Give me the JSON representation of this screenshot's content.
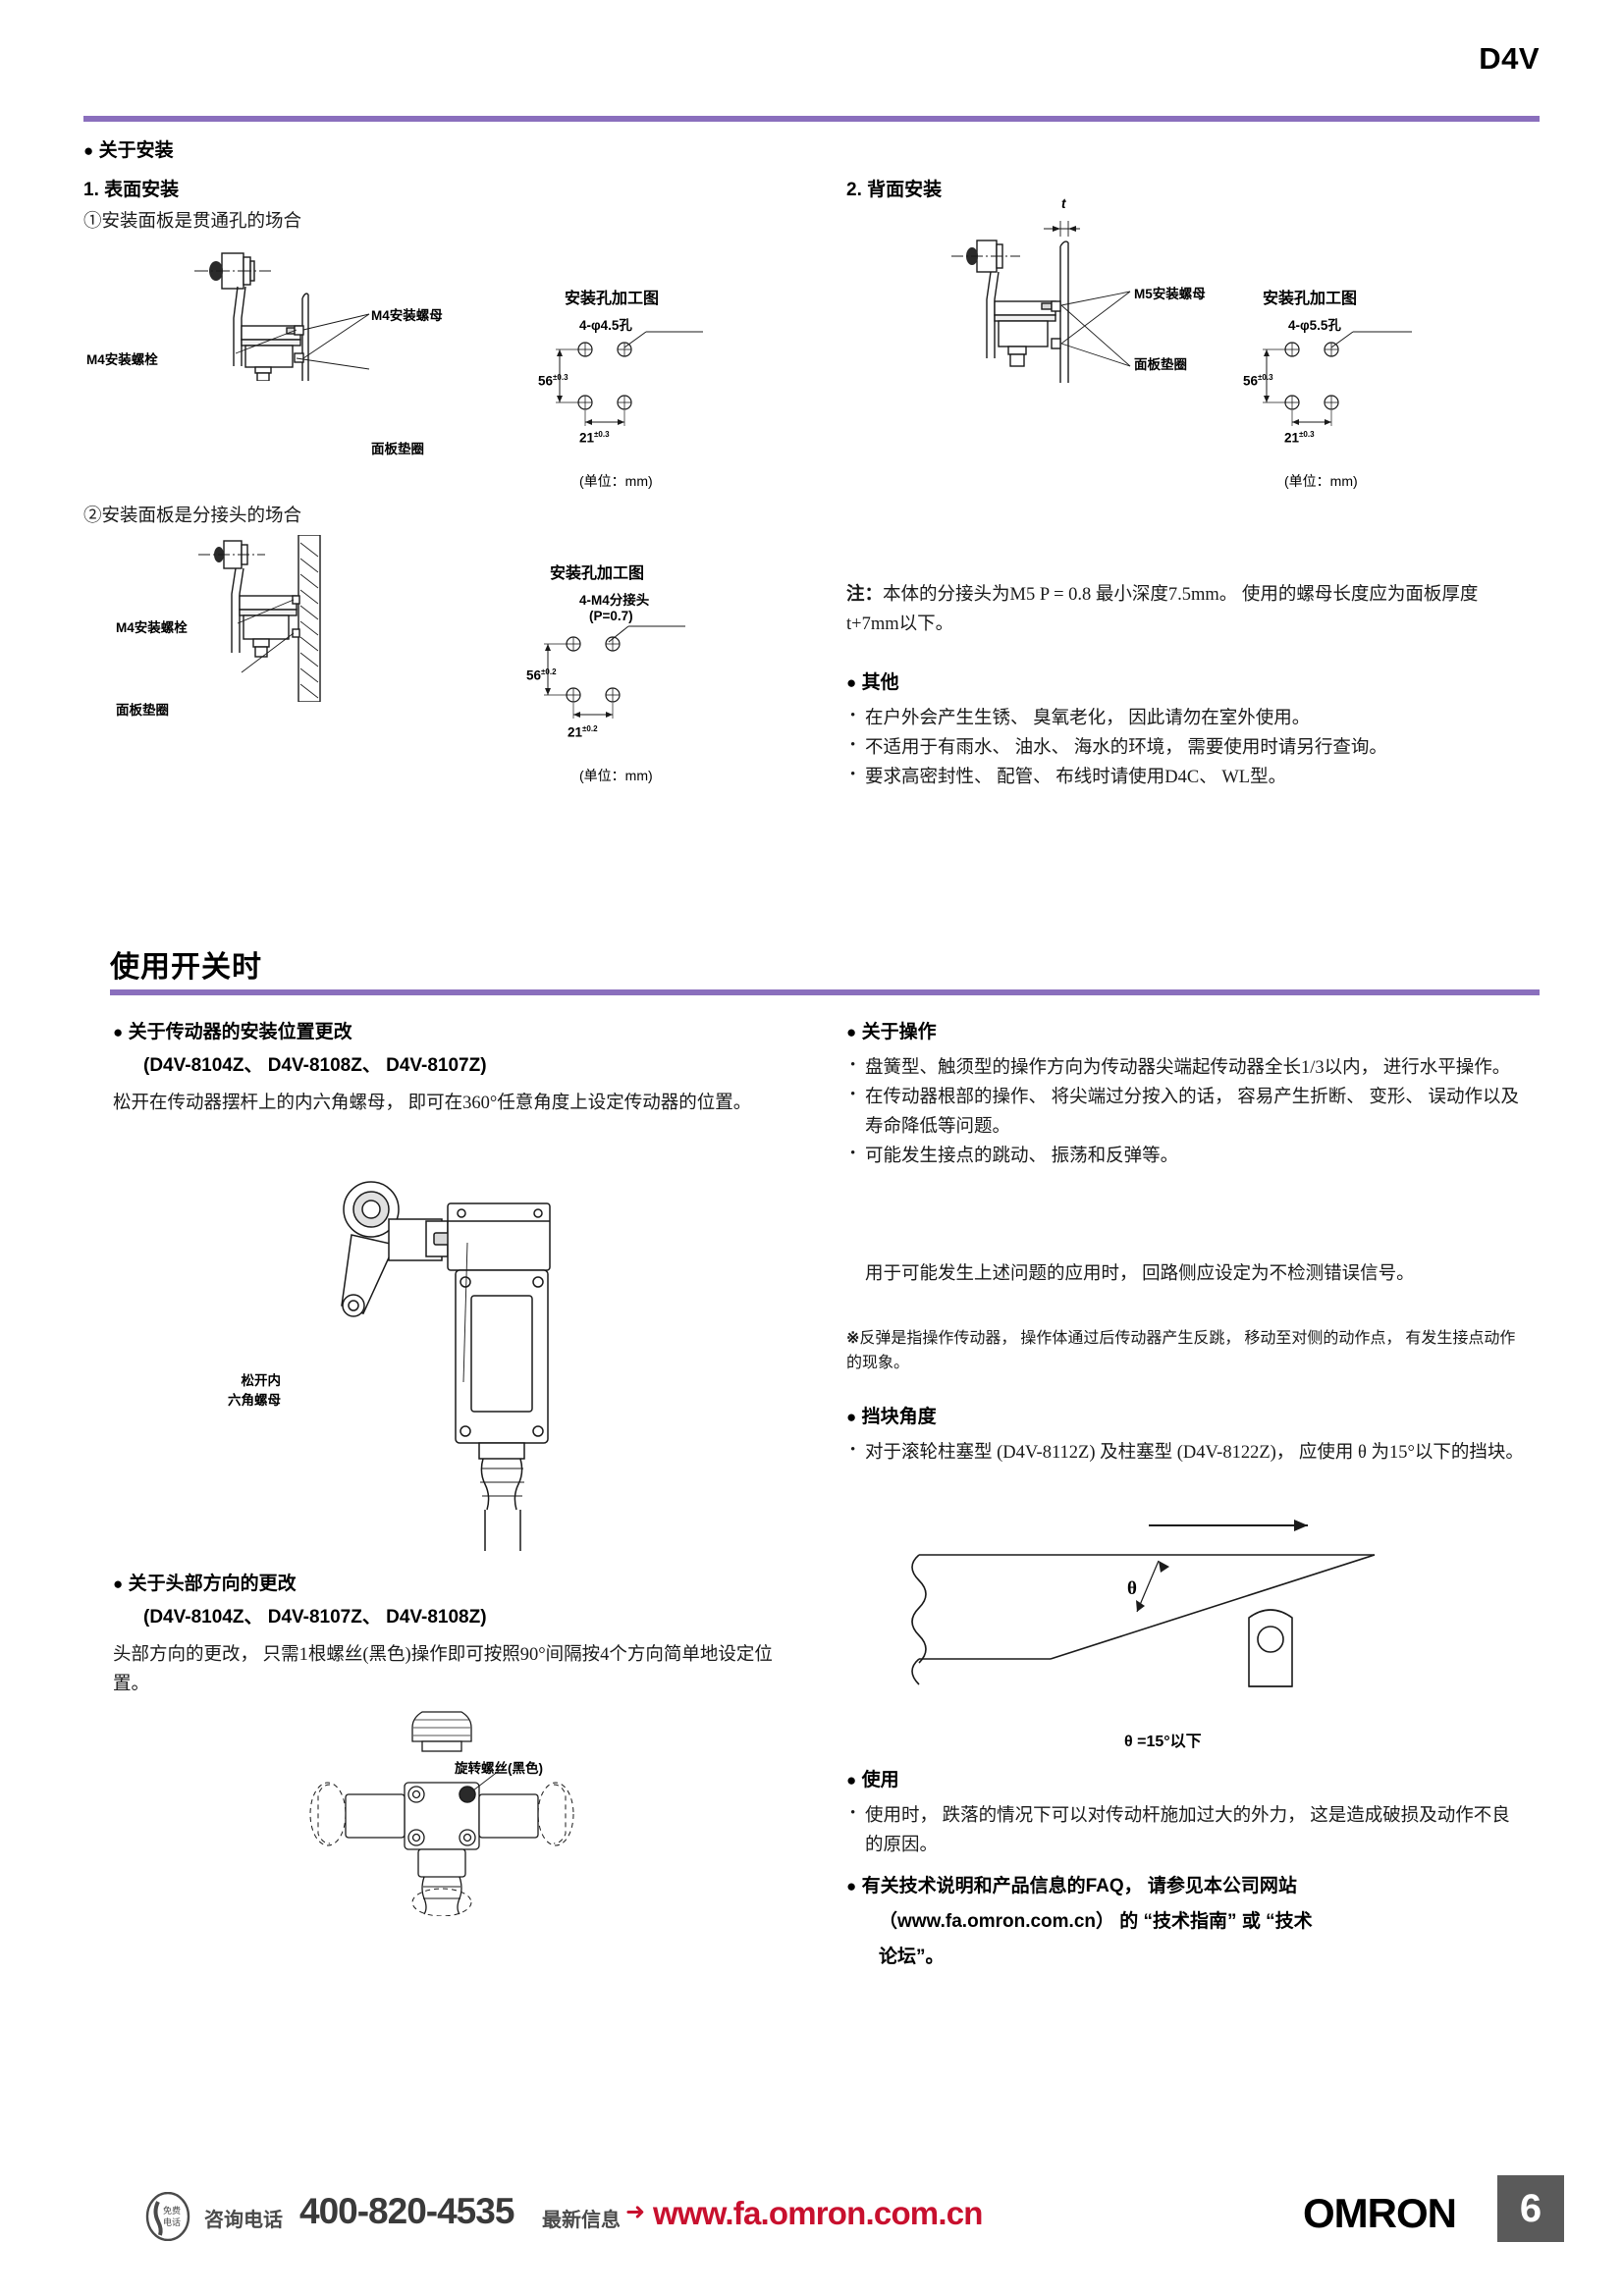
{
  "header": {
    "title": "D4V"
  },
  "mounting": {
    "section_heading": "关于安装",
    "sub1": {
      "number": "1.",
      "title": "表面安装",
      "case1_label": "①安装面板是贯通孔的场合",
      "case2_label": "②安装面板是分接头的场合",
      "labels": {
        "m4_nut": "M4安装螺母",
        "m4_bolt": "M4安装螺栓",
        "panel_gasket": "面板垫圈"
      },
      "hole_fig1": {
        "title": "安装孔加工图",
        "hole_spec": "4-φ4.5孔",
        "dim_v": "56",
        "dim_v_tol": "±0.3",
        "dim_h": "21",
        "dim_h_tol": "±0.3",
        "unit": "(单位：mm)"
      },
      "case2_labels": {
        "m4_bolt": "M4安装螺栓",
        "panel_gasket": "面板垫圈"
      },
      "hole_fig2": {
        "title": "安装孔加工图",
        "hole_spec": "4-M4分接头",
        "pitch_spec": "(P=0.7)",
        "dim_v": "56",
        "dim_v_tol": "±0.2",
        "dim_h": "21",
        "dim_h_tol": "±0.2",
        "unit": "(单位：mm)"
      }
    },
    "sub2": {
      "number": "2.",
      "title": "背面安装",
      "thickness_label": "t",
      "labels": {
        "m5_nut": "M5安装螺母",
        "panel_gasket": "面板垫圈"
      },
      "hole_fig": {
        "title": "安装孔加工图",
        "hole_spec": "4-φ5.5孔",
        "dim_v": "56",
        "dim_v_tol": "±0.3",
        "dim_h": "21",
        "dim_h_tol": "±0.3",
        "unit": "(单位：mm)"
      },
      "note_label": "注：",
      "note_text": "本体的分接头为M5 P = 0.8 最小深度7.5mm。 使用的螺母长度应为面板厚度t+7mm以下。"
    },
    "other": {
      "heading": "其他",
      "items": [
        "在户外会产生生锈、 臭氧老化， 因此请勿在室外使用。",
        "不适用于有雨水、 油水、 海水的环境， 需要使用时请另行查询。",
        "要求高密封性、 配管、 布线时请使用D4C、  WL型。"
      ]
    }
  },
  "using": {
    "section_title": "使用开关时",
    "actuator_pos": {
      "heading": "关于传动器的安装位置更改",
      "models": "(D4V-8104Z、  D4V-8108Z、  D4V-8107Z)",
      "body": "松开在传动器摆杆上的内六角螺母， 即可在360°任意角度上设定传动器的位置。",
      "callout": "松开内\n六角螺母",
      "callout_line1": "松开内",
      "callout_line2": "六角螺母"
    },
    "head_dir": {
      "heading": "关于头部方向的更改",
      "models": "(D4V-8104Z、  D4V-8107Z、  D4V-8108Z)",
      "body": "头部方向的更改， 只需1根螺丝(黑色)操作即可按照90°间隔按4个方向简单地设定位置。",
      "callout": "旋转螺丝(黑色)"
    },
    "operation": {
      "heading": "关于操作",
      "items": [
        "盘簧型、触须型的操作方向为传动器尖端起传动器全长1/3以内， 进行水平操作。",
        "在传动器根部的操作、 将尖端过分按入的话， 容易产生折断、 变形、 误动作以及寿命降低等问题。",
        "可能发生接点的跳动、 振荡和反弹等。"
      ],
      "sub_item": "用于可能发生上述问题的应用时， 回路侧应设定为不检测错误信号。",
      "note_mark": "※",
      "note_text": "反弹是指操作传动器， 操作体通过后传动器产生反跳， 移动至对侧的动作点， 有发生接点动作的现象。"
    },
    "stopper": {
      "heading": "挡块角度",
      "item": "对于滚轮柱塞型 (D4V-8112Z) 及柱塞型 (D4V-8122Z)， 应使用 θ 为15°以下的挡块。",
      "theta_symbol": "θ",
      "angle_caption": "θ =15°以下"
    },
    "usage": {
      "heading": "使用",
      "item": "使用时， 跌落的情况下可以对传动杆施加过大的外力， 这是造成破损及动作不良的原因。"
    },
    "faq": {
      "heading_line1": "有关技术说明和产品信息的FAQ， 请参见本公司网站",
      "heading_line2": "（www.fa.omron.com.cn） 的 “技术指南” 或 “技术",
      "heading_line3": "论坛”。"
    }
  },
  "footer": {
    "free_call_line1": "免费",
    "free_call_line2": "电话",
    "consult_label": "咨询电话",
    "phone": "400-820-4535",
    "latest_label": "最新信息",
    "arrow": "➜",
    "url": "www.fa.omron.com.cn",
    "brand": "OMRON",
    "page_number": "6"
  },
  "colors": {
    "accent_purple": "#8a6fbd",
    "red": "#c8102e",
    "page_box": "#5a5a5a"
  }
}
